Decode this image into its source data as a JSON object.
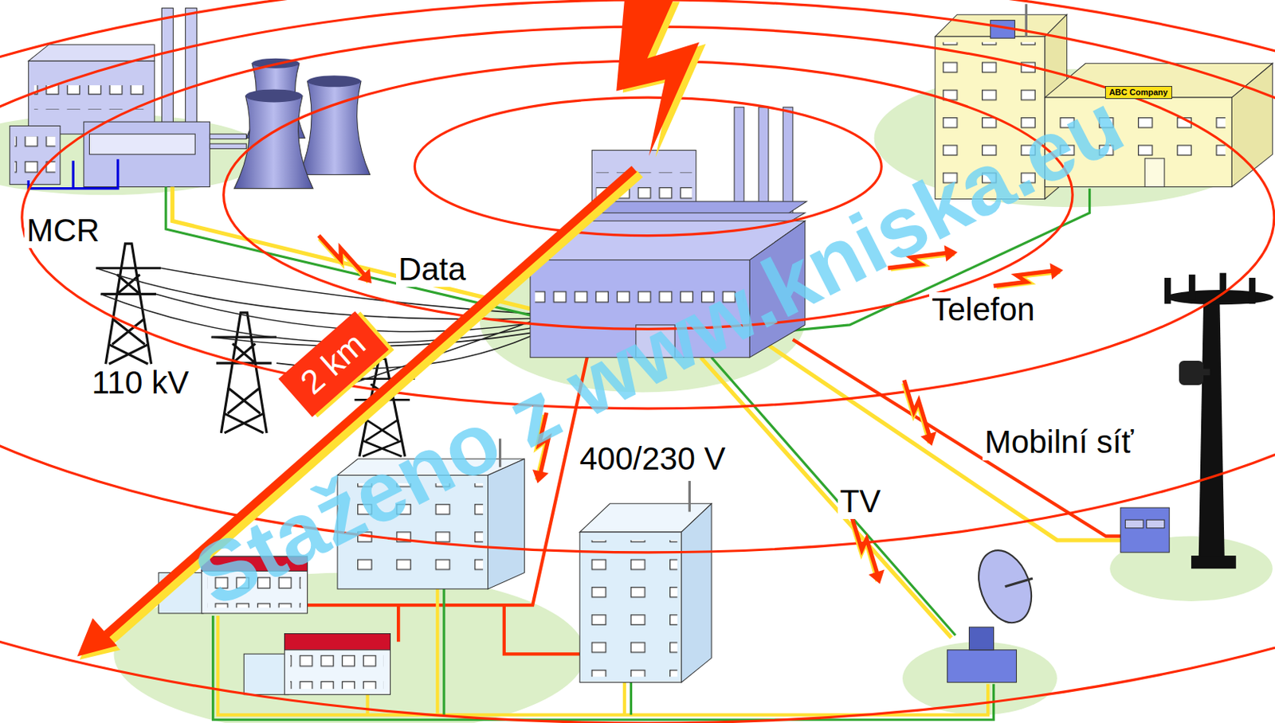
{
  "diagram": {
    "nodes": [
      {
        "text": [
          "ABC Company"
        ]
      },
      {
        "text": [
          "2 km"
        ]
      }
    ],
    "labels": [
      "MCR",
      "110 kV",
      "Data",
      "Telefon",
      "400/230 V",
      "TV",
      "Mobilní síť",
      "Staženo z www.kniska.eu"
    ]
  }
}
